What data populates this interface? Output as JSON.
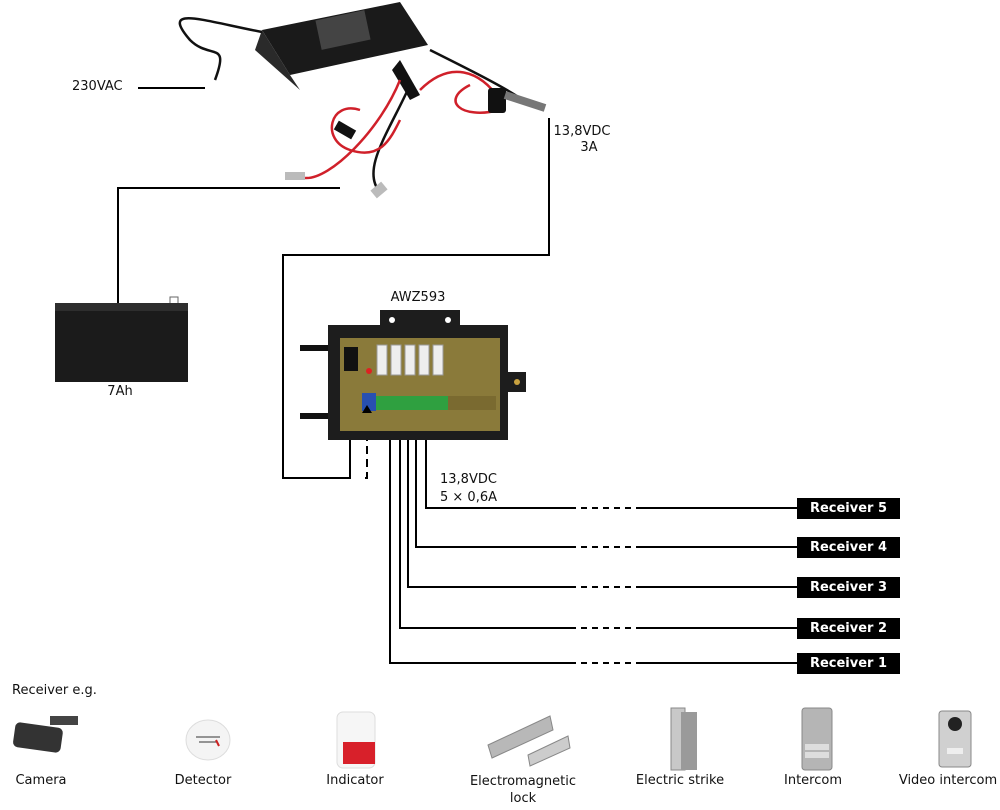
{
  "labels": {
    "mains": "230VAC",
    "psu_output_voltage": "13,8VDC",
    "psu_output_current": "3A",
    "battery": "7Ah",
    "device": "AWZ593",
    "outputs_voltage": "13,8VDC",
    "outputs_current": "5 × 0,6A"
  },
  "receivers": [
    "Receiver 5",
    "Receiver 4",
    "Receiver 3",
    "Receiver 2",
    "Receiver 1"
  ],
  "examples": {
    "title": "Receiver e.g.",
    "items": [
      "Camera",
      "Detector",
      "Indicator",
      "Electromagnetic lock",
      "Electric strike",
      "Intercom",
      "Video intercom"
    ]
  }
}
